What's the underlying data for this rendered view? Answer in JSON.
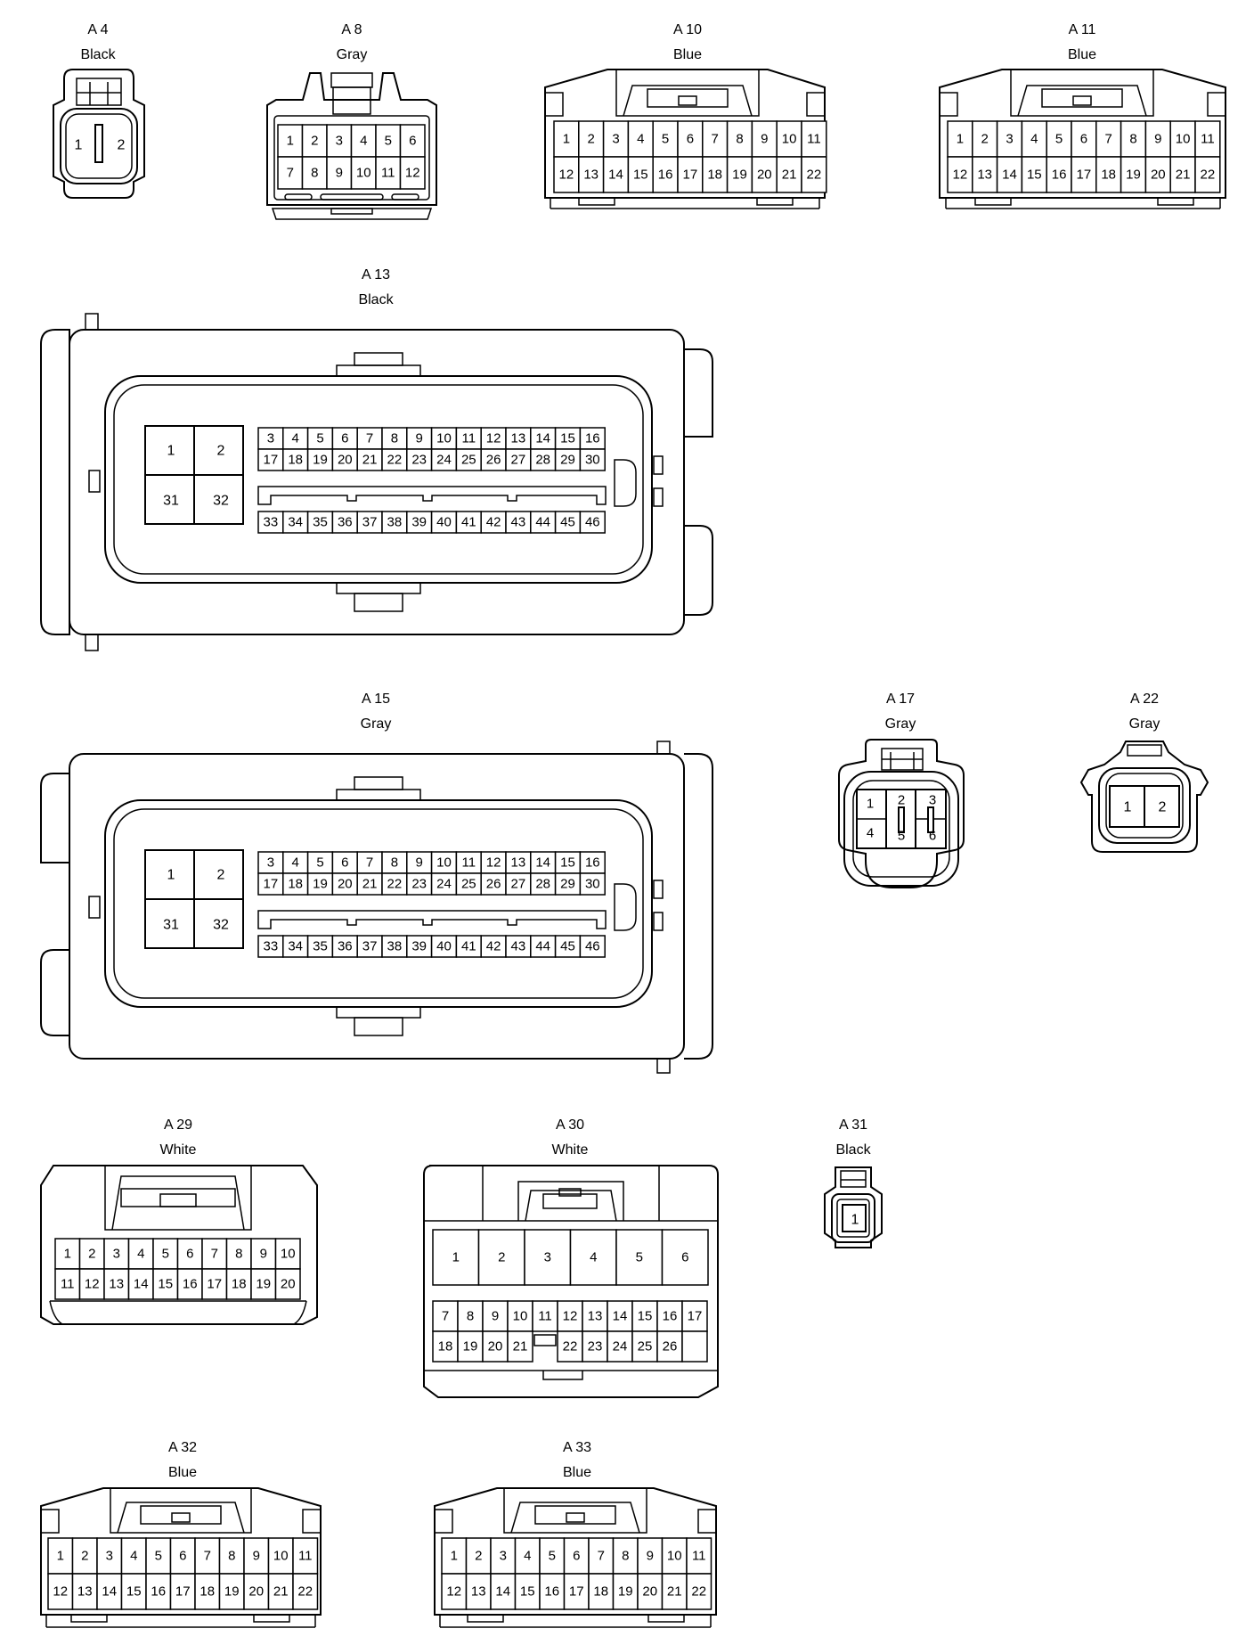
{
  "connectors": {
    "a4": {
      "id": "A 4",
      "color": "Black",
      "pins": [
        "1",
        "2"
      ]
    },
    "a8": {
      "id": "A 8",
      "color": "Gray",
      "pins": [
        "1",
        "2",
        "3",
        "4",
        "5",
        "6",
        "7",
        "8",
        "9",
        "10",
        "11",
        "12"
      ]
    },
    "a10": {
      "id": "A 10",
      "color": "Blue",
      "pins": [
        "1",
        "2",
        "3",
        "4",
        "5",
        "6",
        "7",
        "8",
        "9",
        "10",
        "11",
        "12",
        "13",
        "14",
        "15",
        "16",
        "17",
        "18",
        "19",
        "20",
        "21",
        "22"
      ]
    },
    "a11": {
      "id": "A 11",
      "color": "Blue",
      "pins": [
        "1",
        "2",
        "3",
        "4",
        "5",
        "6",
        "7",
        "8",
        "9",
        "10",
        "11",
        "12",
        "13",
        "14",
        "15",
        "16",
        "17",
        "18",
        "19",
        "20",
        "21",
        "22"
      ]
    },
    "a13": {
      "id": "A 13",
      "color": "Black",
      "pins": [
        "1",
        "2",
        "3",
        "4",
        "5",
        "6",
        "7",
        "8",
        "9",
        "10",
        "11",
        "12",
        "13",
        "14",
        "15",
        "16",
        "17",
        "18",
        "19",
        "20",
        "21",
        "22",
        "23",
        "24",
        "25",
        "26",
        "27",
        "28",
        "29",
        "30",
        "31",
        "32",
        "33",
        "34",
        "35",
        "36",
        "37",
        "38",
        "39",
        "40",
        "41",
        "42",
        "43",
        "44",
        "45",
        "46"
      ]
    },
    "a15": {
      "id": "A 15",
      "color": "Gray",
      "pins": [
        "1",
        "2",
        "3",
        "4",
        "5",
        "6",
        "7",
        "8",
        "9",
        "10",
        "11",
        "12",
        "13",
        "14",
        "15",
        "16",
        "17",
        "18",
        "19",
        "20",
        "21",
        "22",
        "23",
        "24",
        "25",
        "26",
        "27",
        "28",
        "29",
        "30",
        "31",
        "32",
        "33",
        "34",
        "35",
        "36",
        "37",
        "38",
        "39",
        "40",
        "41",
        "42",
        "43",
        "44",
        "45",
        "46"
      ]
    },
    "a17": {
      "id": "A 17",
      "color": "Gray",
      "pins": [
        "1",
        "2",
        "3",
        "4",
        "5",
        "6"
      ]
    },
    "a22": {
      "id": "A 22",
      "color": "Gray",
      "pins": [
        "1",
        "2"
      ]
    },
    "a29": {
      "id": "A 29",
      "color": "White",
      "pins": [
        "1",
        "2",
        "3",
        "4",
        "5",
        "6",
        "7",
        "8",
        "9",
        "10",
        "11",
        "12",
        "13",
        "14",
        "15",
        "16",
        "17",
        "18",
        "19",
        "20"
      ]
    },
    "a30": {
      "id": "A 30",
      "color": "White",
      "pins": [
        "1",
        "2",
        "3",
        "4",
        "5",
        "6",
        "7",
        "8",
        "9",
        "10",
        "11",
        "12",
        "13",
        "14",
        "15",
        "16",
        "17",
        "18",
        "19",
        "20",
        "21",
        "22",
        "23",
        "24",
        "25",
        "26"
      ]
    },
    "a31": {
      "id": "A 31",
      "color": "Black",
      "pins": [
        "1"
      ]
    },
    "a32": {
      "id": "A 32",
      "color": "Blue",
      "pins": [
        "1",
        "2",
        "3",
        "4",
        "5",
        "6",
        "7",
        "8",
        "9",
        "10",
        "11",
        "12",
        "13",
        "14",
        "15",
        "16",
        "17",
        "18",
        "19",
        "20",
        "21",
        "22"
      ]
    },
    "a33": {
      "id": "A 33",
      "color": "Blue",
      "pins": [
        "1",
        "2",
        "3",
        "4",
        "5",
        "6",
        "7",
        "8",
        "9",
        "10",
        "11",
        "12",
        "13",
        "14",
        "15",
        "16",
        "17",
        "18",
        "19",
        "20",
        "21",
        "22"
      ]
    }
  }
}
